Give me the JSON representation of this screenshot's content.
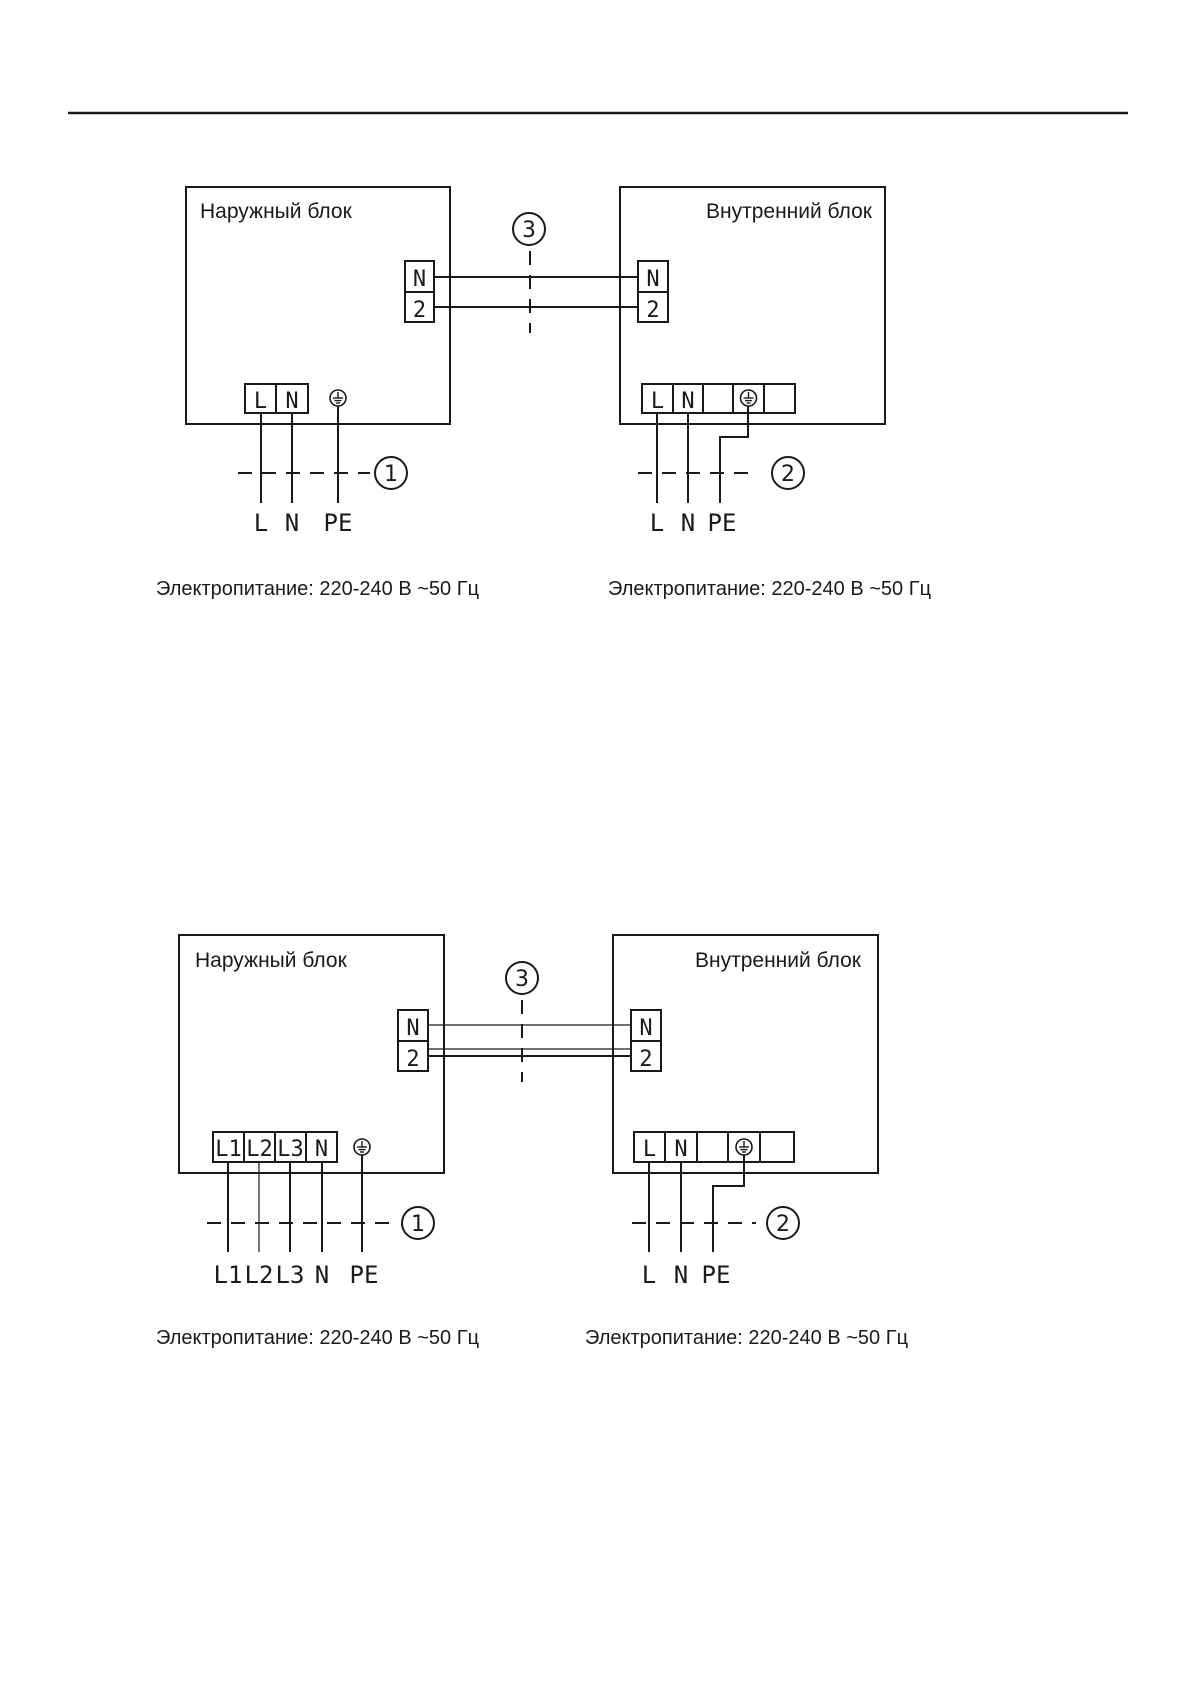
{
  "diagram1": {
    "outdoor_title": "Наружный блок",
    "indoor_title": "Внутренний блок",
    "link_marker": "3",
    "outdoor_link_terminals": [
      "N",
      "2"
    ],
    "indoor_link_terminals": [
      "N",
      "2"
    ],
    "outdoor_power_terminals": [
      "L",
      "N"
    ],
    "indoor_power_terminals": [
      "L",
      "N"
    ],
    "outdoor_supply_marker": "1",
    "indoor_supply_marker": "2",
    "outdoor_wire_labels": [
      "L",
      "N",
      "PE"
    ],
    "indoor_wire_labels": [
      "L",
      "N",
      "PE"
    ],
    "outdoor_caption": "Электропитание: 220-240 В ~50 Гц",
    "indoor_caption": "Электропитание: 220-240 В ~50 Гц"
  },
  "diagram2": {
    "outdoor_title": "Наружный блок",
    "indoor_title": "Внутренний блок",
    "link_marker": "3",
    "outdoor_link_terminals": [
      "N",
      "2"
    ],
    "indoor_link_terminals": [
      "N",
      "2"
    ],
    "outdoor_power_terminals": [
      "L1",
      "L2",
      "L3",
      "N"
    ],
    "indoor_power_terminals": [
      "L",
      "N"
    ],
    "outdoor_supply_marker": "1",
    "indoor_supply_marker": "2",
    "outdoor_wire_labels": [
      "L1",
      "L2",
      "L3",
      "N",
      "PE"
    ],
    "indoor_wire_labels": [
      "L",
      "N",
      "PE"
    ],
    "outdoor_caption": "Электропитание: 220-240 В ~50 Гц",
    "indoor_caption": "Электропитание: 220-240 В ~50 Гц"
  },
  "icons": {
    "ground": "ground-terminal-icon"
  }
}
